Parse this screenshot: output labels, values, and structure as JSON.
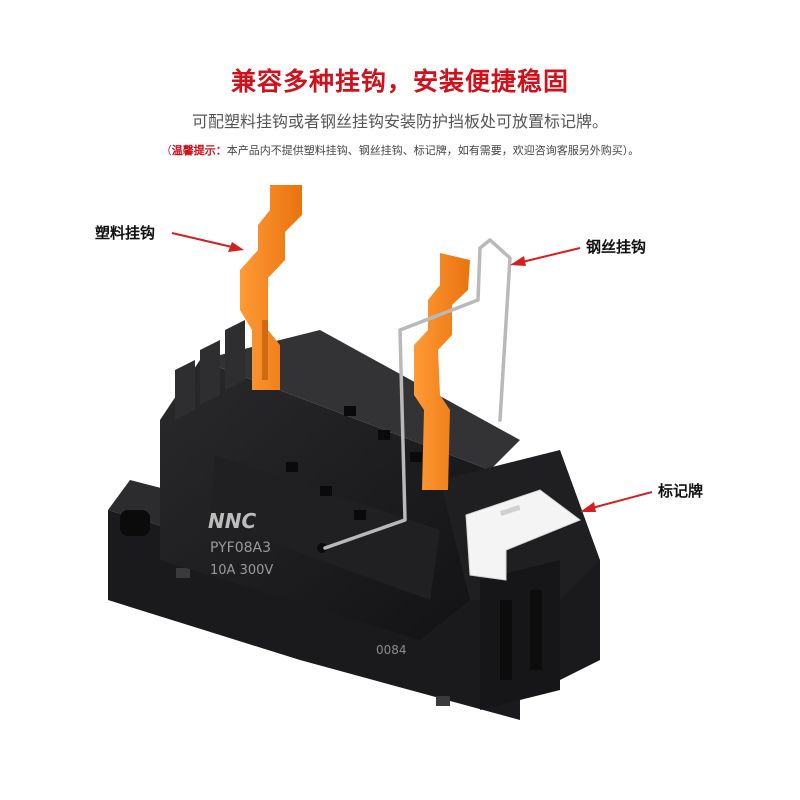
{
  "header": {
    "title": "兼容多种挂钩，安装便捷稳固",
    "subtitle": "可配塑料挂钩或者钢丝挂钩安装防护挡板处可放置标记牌。",
    "notice_open": "（",
    "notice_label": "温馨提示：",
    "notice_text": "本产品内不提供塑料挂钩、钢丝挂钩、标记牌，如有需要，欢迎咨询客服另外购买）。"
  },
  "callouts": {
    "plastic_hook": "塑料挂钩",
    "steel_hook": "钢丝挂钩",
    "marker": "标记牌"
  },
  "product": {
    "brand": "NNC",
    "model": "PYF08A3",
    "rating": "10A  300V",
    "code": "0084"
  },
  "colors": {
    "title_red": "#d0101b",
    "arrow_red": "#d42020",
    "hook_orange": "#f7861e",
    "body_black": "#1d1d1f",
    "marker_white": "#f4f4f4"
  }
}
